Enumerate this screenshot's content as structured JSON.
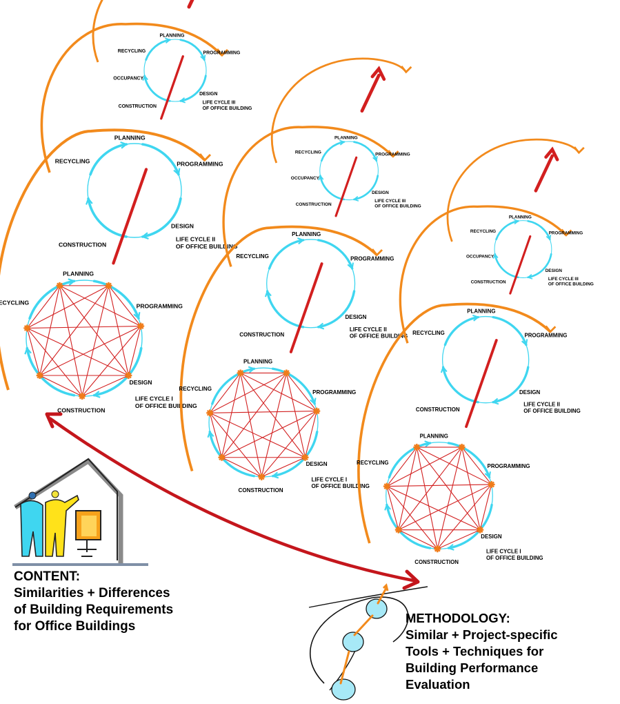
{
  "cycle_stages": {
    "planning": "PLANNING",
    "programming": "PROGRAMMING",
    "design": "DESIGN",
    "construction": "CONSTRUCTION",
    "occupancy": "OCCUPANCY",
    "recycling": "RECYCLING"
  },
  "cycle_titles": {
    "cycle1": [
      "LIFE CYCLE I",
      "OF OFFICE BUILDING"
    ],
    "cycle2": [
      "LIFE CYCLE II",
      "OF OFFICE BUILDING"
    ],
    "cycle3": [
      "LIFE CYCLE III",
      "OF OFFICE BUILDING"
    ]
  },
  "content": {
    "heading": "CONTENT:",
    "lines": [
      "Similarities + Differences",
      "of Building Requirements",
      "for Office Buildings"
    ]
  },
  "methodology": {
    "heading": "METHODOLOGY:",
    "lines": [
      "Similar + Project-specific",
      "Tools + Techniques for",
      "Building Performance",
      "Evaluation"
    ]
  },
  "colors": {
    "cycle": "#3fd6f0",
    "spiral": "#f28a1c",
    "network": "#d21f1f",
    "node": "#f07c1a"
  }
}
